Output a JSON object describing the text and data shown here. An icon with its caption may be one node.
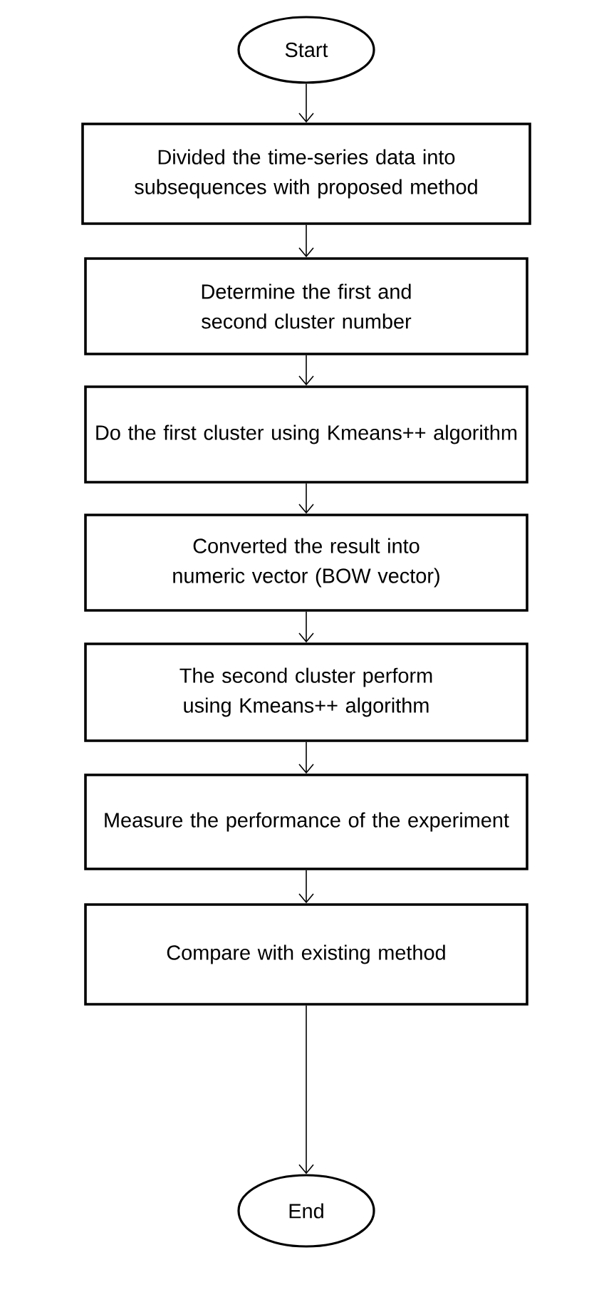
{
  "diagram": {
    "nodes": [
      {
        "text": [
          "Start"
        ]
      },
      {
        "text": [
          "Divided the time-series data into subsequences with proposed method"
        ]
      },
      {
        "text": [
          "Determine the first and second cluster number"
        ]
      },
      {
        "text": [
          "Do the first cluster using Kmeans++ algorithm"
        ]
      },
      {
        "text": [
          "Converted the result into numeric vector (BOW vector)"
        ]
      },
      {
        "text": [
          "The second cluster perform using Kmeans++  algorithm"
        ]
      },
      {
        "text": [
          "Measure the performance of the experiment"
        ]
      },
      {
        "text": [
          "Compare with existing method"
        ]
      },
      {
        "text": [
          "End"
        ]
      }
    ],
    "edges": [
      {
        "from": 0,
        "to": 1,
        "arrow": "to"
      },
      {
        "from": 1,
        "to": 2,
        "arrow": "to"
      },
      {
        "from": 2,
        "to": 3,
        "arrow": "to"
      },
      {
        "from": 3,
        "to": 4,
        "arrow": "to"
      },
      {
        "from": 4,
        "to": 5,
        "arrow": "to"
      },
      {
        "from": 5,
        "to": 6,
        "arrow": "to"
      },
      {
        "from": 6,
        "to": 7,
        "arrow": "to"
      },
      {
        "from": 7,
        "to": 8,
        "arrow": "to"
      }
    ]
  }
}
